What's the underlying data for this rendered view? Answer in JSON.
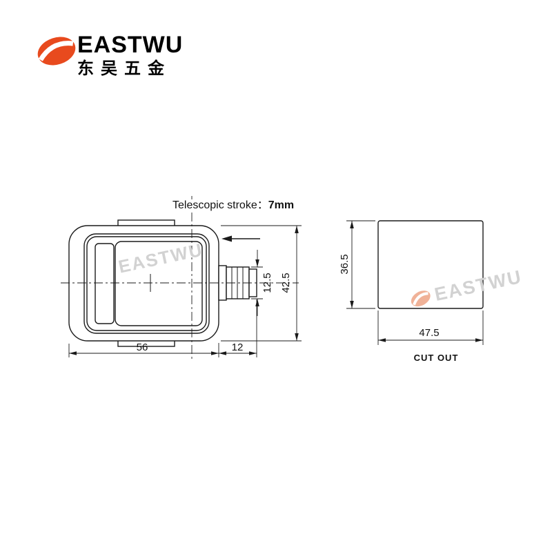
{
  "brand": {
    "name": "EASTWU",
    "chinese_name": "东吴五金"
  },
  "colors": {
    "accent": "#E84A1E",
    "line": "#1a1a1a",
    "watermark_text": "#d2d2d2",
    "watermark_accent": "#f0b298"
  },
  "annotation": {
    "stroke_label": "Telescopic stroke：",
    "stroke_value": "7mm"
  },
  "front_view": {
    "watermark": "EASTWU",
    "dims": {
      "overall_height": "42.5",
      "plunger_diameter": "12.5",
      "body_width": "56",
      "plunger_length": "12"
    }
  },
  "cutout_view": {
    "watermark": "EASTWU",
    "label": "CUT OUT",
    "dims": {
      "height": "36.5",
      "width": "47.5"
    }
  }
}
